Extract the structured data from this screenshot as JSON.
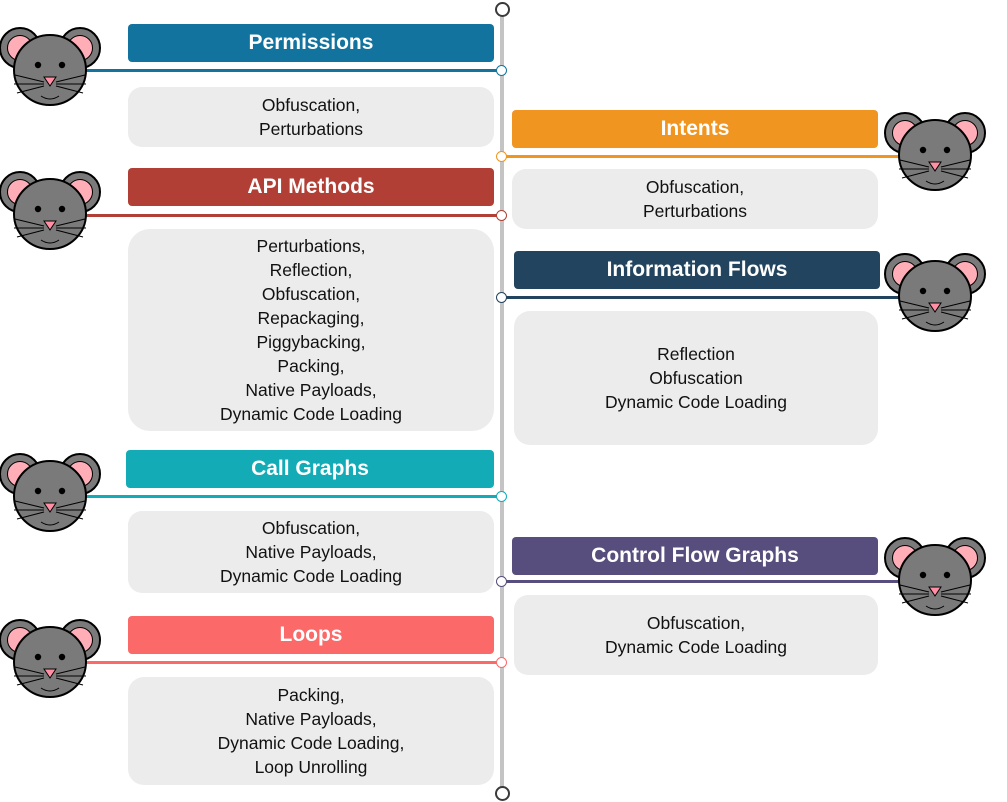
{
  "diagram": {
    "categories": [
      {
        "id": "permissions",
        "label": "Permissions",
        "color": "#12749e",
        "techniques": [
          "Obfuscation,",
          "Perturbations"
        ]
      },
      {
        "id": "intents",
        "label": "Intents",
        "color": "#f0951f",
        "techniques": [
          "Obfuscation,",
          "Perturbations"
        ]
      },
      {
        "id": "api-methods",
        "label": "API Methods",
        "color": "#b23f35",
        "techniques": [
          "Perturbations,",
          "Reflection,",
          "Obfuscation,",
          "Repackaging,",
          "Piggybacking,",
          "Packing,",
          "Native Payloads,",
          "Dynamic Code Loading"
        ]
      },
      {
        "id": "information-flows",
        "label": "Information Flows",
        "color": "#22445e",
        "techniques": [
          "Reflection",
          "Obfuscation",
          "Dynamic Code Loading"
        ]
      },
      {
        "id": "call-graphs",
        "label": "Call Graphs",
        "color": "#12abb6",
        "techniques": [
          "Obfuscation,",
          "Native Payloads,",
          "Dynamic Code Loading"
        ]
      },
      {
        "id": "control-flow-graphs",
        "label": "Control Flow Graphs",
        "color": "#574e7e",
        "techniques": [
          "Obfuscation,",
          "Dynamic Code Loading"
        ]
      },
      {
        "id": "loops",
        "label": "Loops",
        "color": "#fb6969",
        "techniques": [
          "Packing,",
          "Native Payloads,",
          "Dynamic Code Loading,",
          "Loop Unrolling"
        ]
      }
    ]
  }
}
